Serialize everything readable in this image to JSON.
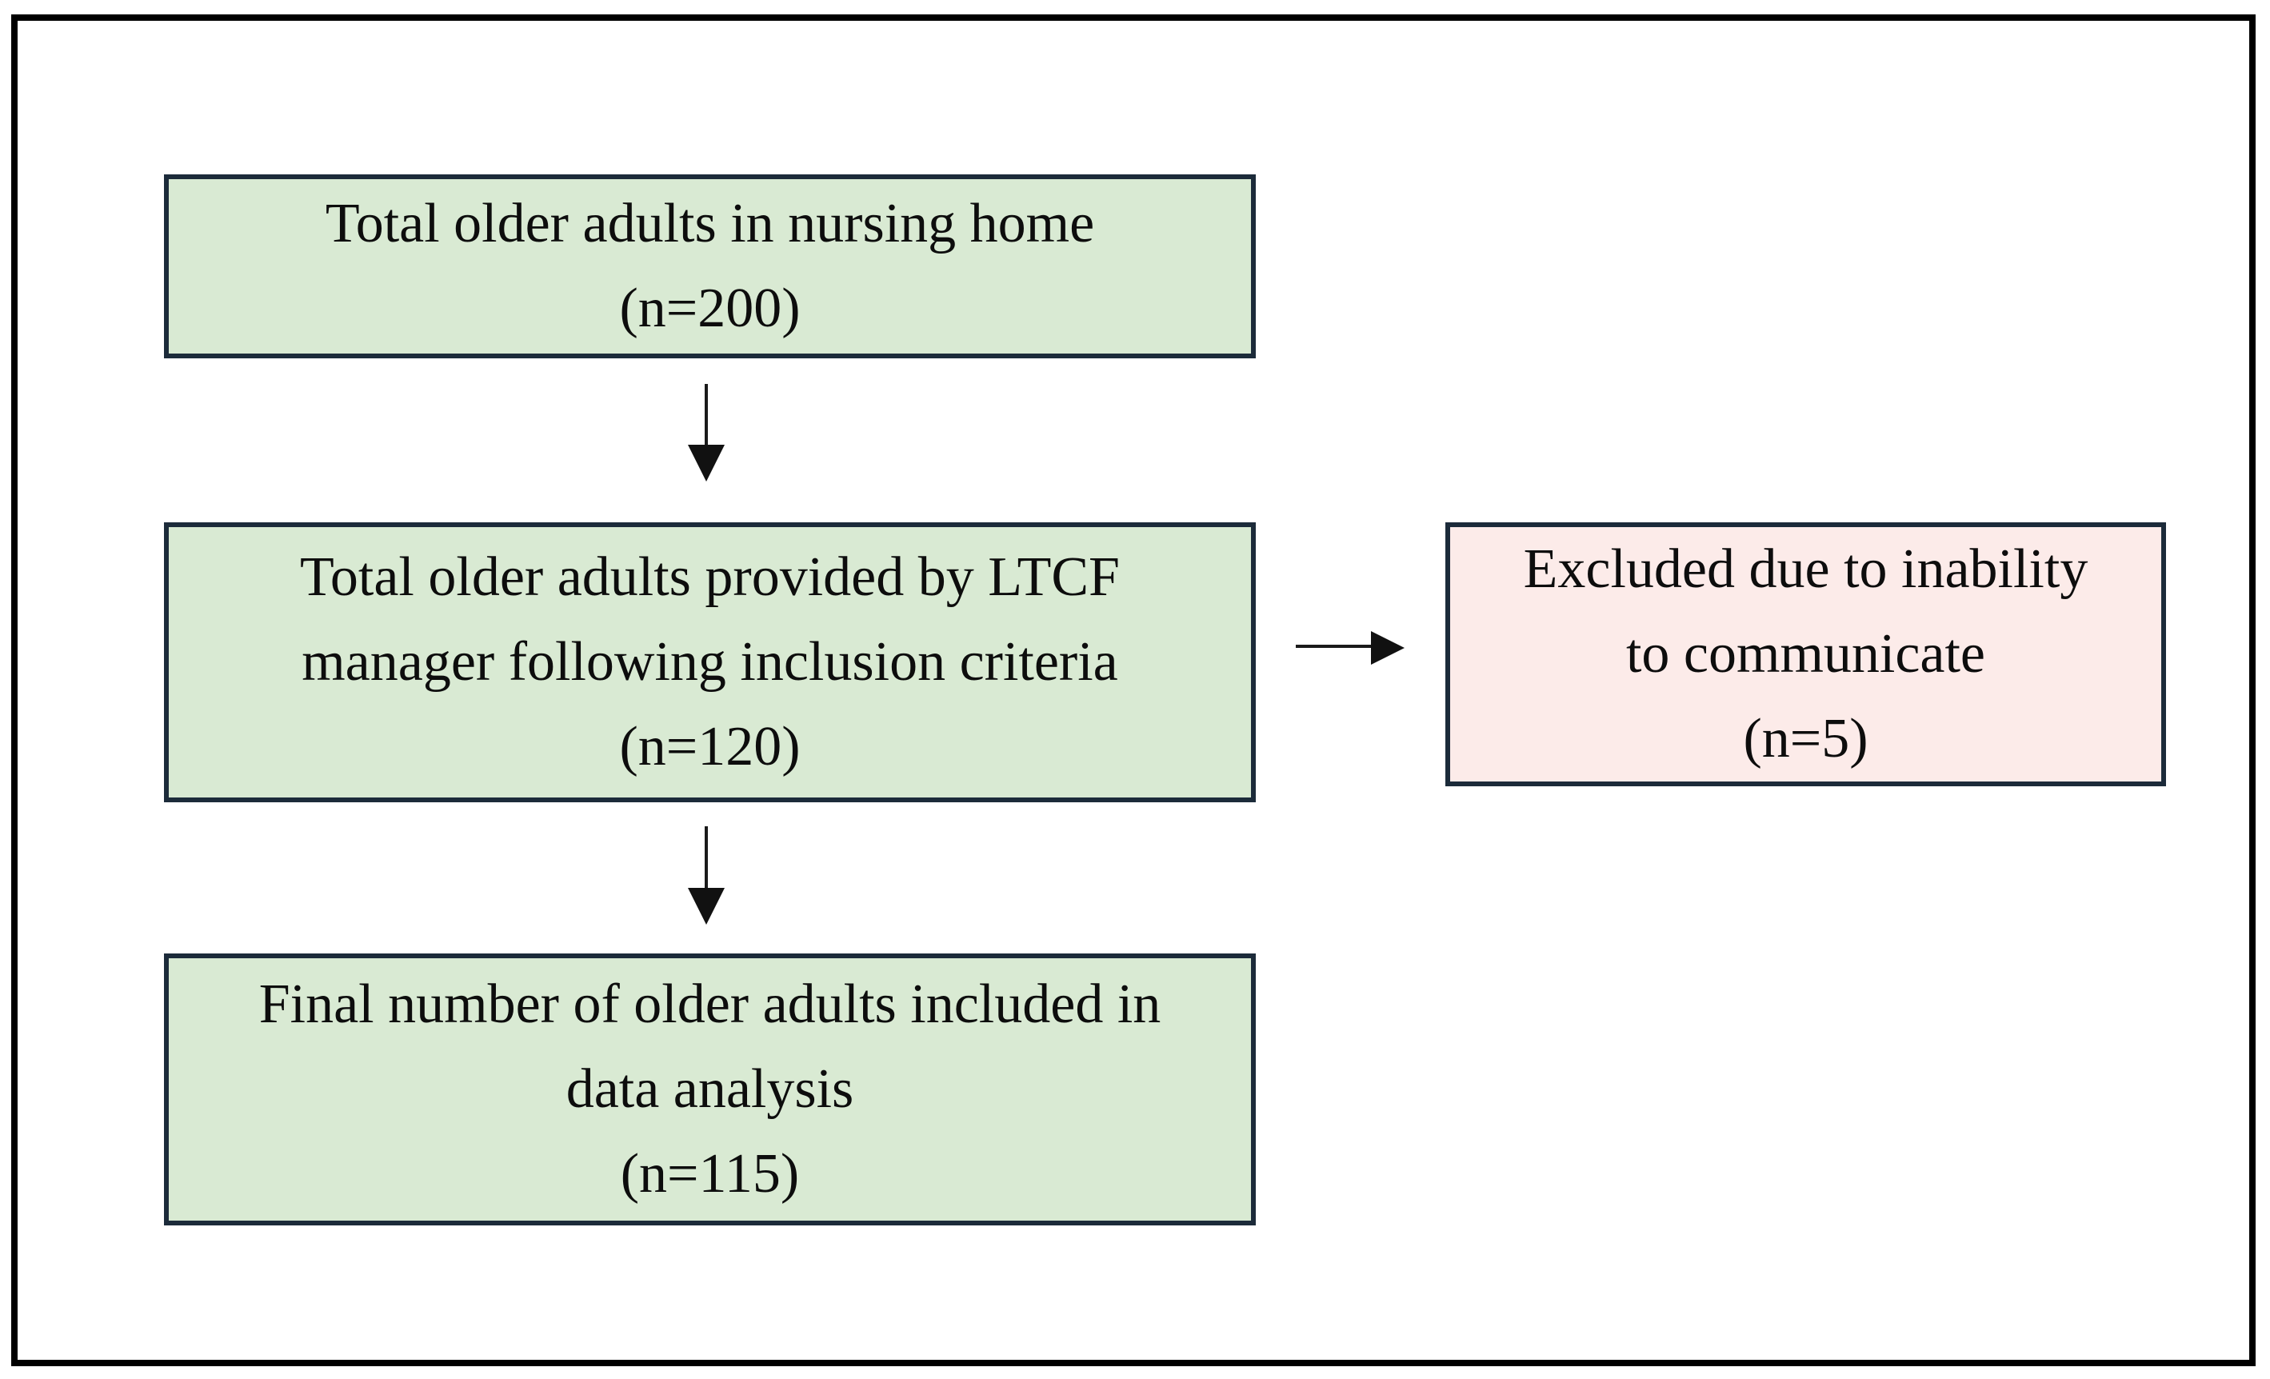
{
  "figure": {
    "type": "participant-flow-diagram",
    "colors": {
      "background": "#ffffff",
      "frame_border": "#000000",
      "box_border": "#1c2b3a",
      "green_fill": "#d9ead3",
      "pink_fill": "#fcebe9",
      "arrow": "#1a1a1a",
      "text": "#0d0d0d"
    },
    "boxes": [
      {
        "id": "total-population",
        "text": "Total older adults in nursing home",
        "n": "(n=200)",
        "fill": "#d9ead3"
      },
      {
        "id": "inclusion-criteria",
        "text": "Total older adults provided by LTCF\nmanager following inclusion criteria",
        "n": "(n=120)",
        "fill": "#d9ead3"
      },
      {
        "id": "excluded",
        "text": "Excluded due to inability\nto communicate",
        "n": "(n=5)",
        "fill": "#fcebe9"
      },
      {
        "id": "final-analysis",
        "text": "Final number of older adults included in\ndata analysis",
        "n": "(n=115)",
        "fill": "#d9ead3"
      }
    ],
    "arrows": [
      {
        "from": "total-population",
        "to": "inclusion-criteria",
        "direction": "down"
      },
      {
        "from": "inclusion-criteria",
        "to": "final-analysis",
        "direction": "down"
      },
      {
        "from": "inclusion-criteria",
        "to": "excluded",
        "direction": "right"
      }
    ]
  }
}
